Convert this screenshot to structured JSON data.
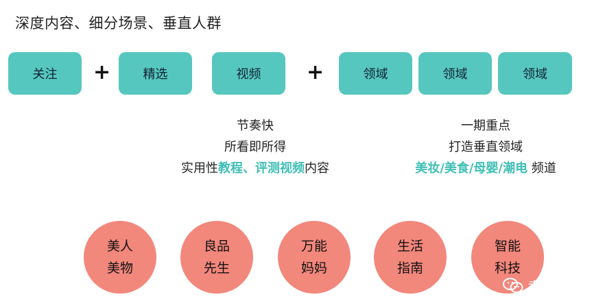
{
  "title": "深度内容、细分场景、垂直人群",
  "pills": [
    "关注",
    "精选",
    "视频",
    "领域",
    "领域",
    "领域"
  ],
  "plus": "+",
  "video_desc": {
    "line1": "节奏快",
    "line2": "所看即所得",
    "line3_prefix": "实用性",
    "line3_highlight": "教程、评测视频",
    "line3_suffix": "内容"
  },
  "domain_desc": {
    "line1": "一期重点",
    "line2": "打造垂直领域",
    "line3_highlight": "美妆/美食/母婴/潮电",
    "line3_suffix": " 频道"
  },
  "circles": [
    {
      "line1": "美人",
      "line2": "美物"
    },
    {
      "line1": "良品",
      "line2": "先生"
    },
    {
      "line1": "万能",
      "line2": "妈妈"
    },
    {
      "line1": "生活",
      "line2": "指南"
    },
    {
      "line1": "智能",
      "line2": "科技"
    }
  ],
  "watermark": {
    "text": "卖盟学堂",
    "icon": "wechat-icon"
  },
  "colors": {
    "teal": "#56c7bf",
    "highlight": "#3fbfb5",
    "coral": "#f2877c"
  }
}
